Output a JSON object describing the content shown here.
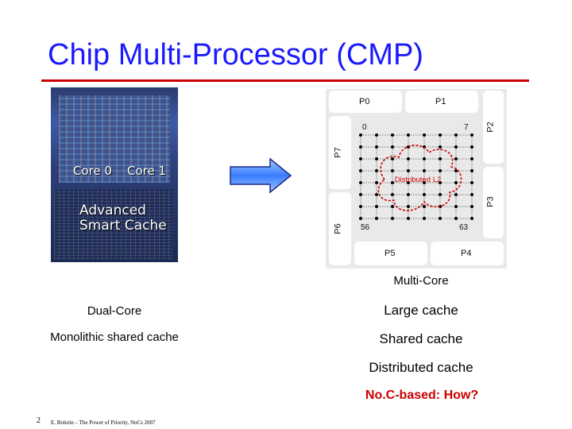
{
  "slide": {
    "title": "Chip Multi-Processor (CMP)",
    "number": "2",
    "footer": "E. Bolotin – The Power of Priority, NoCs 2007"
  },
  "die_photo": {
    "core0": "Core 0",
    "core1": "Core 1",
    "cache": "Advanced Smart Cache"
  },
  "cmp_diagram": {
    "processors": [
      "P0",
      "P1",
      "P2",
      "P3",
      "P4",
      "P5",
      "P6",
      "P7"
    ],
    "corner_labels": [
      "0",
      "7",
      "56",
      "63"
    ],
    "cloud_label": "Distributed L2",
    "grid_size": "8x8"
  },
  "left_captions": {
    "dual": "Dual-Core",
    "mono": "Monolithic shared cache"
  },
  "right_captions": {
    "multi": "Multi-Core",
    "large": "Large cache",
    "shared": "Shared cache",
    "dist": "Distributed cache",
    "noc": "No.C-based: How?"
  },
  "colors": {
    "title": "#1a1aff",
    "rule": "#cc0000",
    "noc": "#cc0000",
    "cloud": "#cc0000"
  }
}
